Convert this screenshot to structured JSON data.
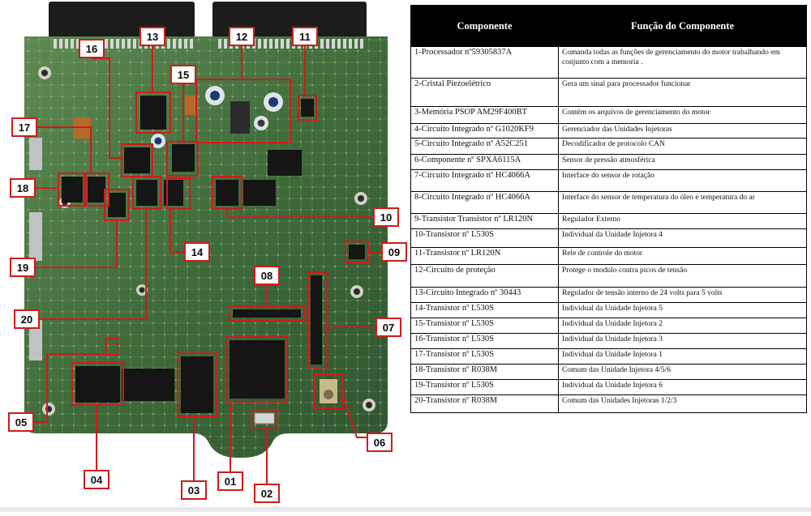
{
  "table": {
    "headers": [
      "Componente",
      "Função do Componente"
    ],
    "rows": [
      {
        "component": "1-Processador nº59305837A",
        "function": "Comanda todas as funções de gerenciamento do motor trabalhando em conjunto com a memoria ."
      },
      {
        "component": "2-Cristal Piezoelétrico",
        "function": "Gera um sinal para processador funcionar"
      },
      {
        "component": "3-Memória PSOP AM29F400BT",
        "function": "Contém os arquivos de gerenciamento do motor"
      },
      {
        "component": "4-Circuito Integrado nº G1020KF9",
        "function": "Gerenciador das Unidades Injetoras"
      },
      {
        "component": "5-Circuito Integrado nº A52C251",
        "function": "Decodificador de protocolo CAN"
      },
      {
        "component": "6-Componente nº SPXA6115A",
        "function": "Sensor de pressão atmosférica"
      },
      {
        "component": "7-Circuito Integrado nº HC4066A",
        "function": "Interface do sensor de rotação"
      },
      {
        "component": "8-Circuito Integrado nº HC4066A",
        "function": "Interface do sensor de temperatura do óleo e temperatura do ar"
      },
      {
        "component": "9-Transistor Transistor nº LR120N",
        "function": "Regulador Externo"
      },
      {
        "component": "10-Transistor nº L530S",
        "function": "Individual da Unidade Injetora 4"
      },
      {
        "component": "11-Transistor nº LR120N",
        "function": "Rele de controle do motor"
      },
      {
        "component": "12-Circuito de proteção",
        "function": "Protege o modulo contra picos de tensão"
      },
      {
        "component": "13-Circuito Integrado nº 30443",
        "function": "Regulador de tensão interno de 24 volts para 5 volts"
      },
      {
        "component": "14-Transistor nº L530S",
        "function": "Individual da Unidade Injetora 5"
      },
      {
        "component": "15-Transistor nº L530S",
        "function": "Individual da Unidade Injetora 2"
      },
      {
        "component": "16-Transistor nº L530S",
        "function": "Individual da Unidade Injetora 3"
      },
      {
        "component": "17-Transistor nº L530S",
        "function": "Individual da Unidade Injetora 1"
      },
      {
        "component": "18-Transistor nº R038M",
        "function": "Comum das Unidade Injetora 4/5/6"
      },
      {
        "component": "19-Transistor nº L530S",
        "function": "Individual da Unidade Injetora 6"
      },
      {
        "component": "20-Transistor nº R038M",
        "function": "Comum das Unidades Injetoras 1/2/3"
      }
    ]
  },
  "board": {
    "callouts": [
      "01",
      "02",
      "03",
      "04",
      "05",
      "06",
      "07",
      "08",
      "09",
      "10",
      "11",
      "12",
      "13",
      "14",
      "15",
      "16",
      "17",
      "18",
      "19",
      "20"
    ]
  },
  "colors": {
    "callout_border": "#d11a1a",
    "pcb": "#3f6b3a",
    "header_bg": "#000000"
  }
}
